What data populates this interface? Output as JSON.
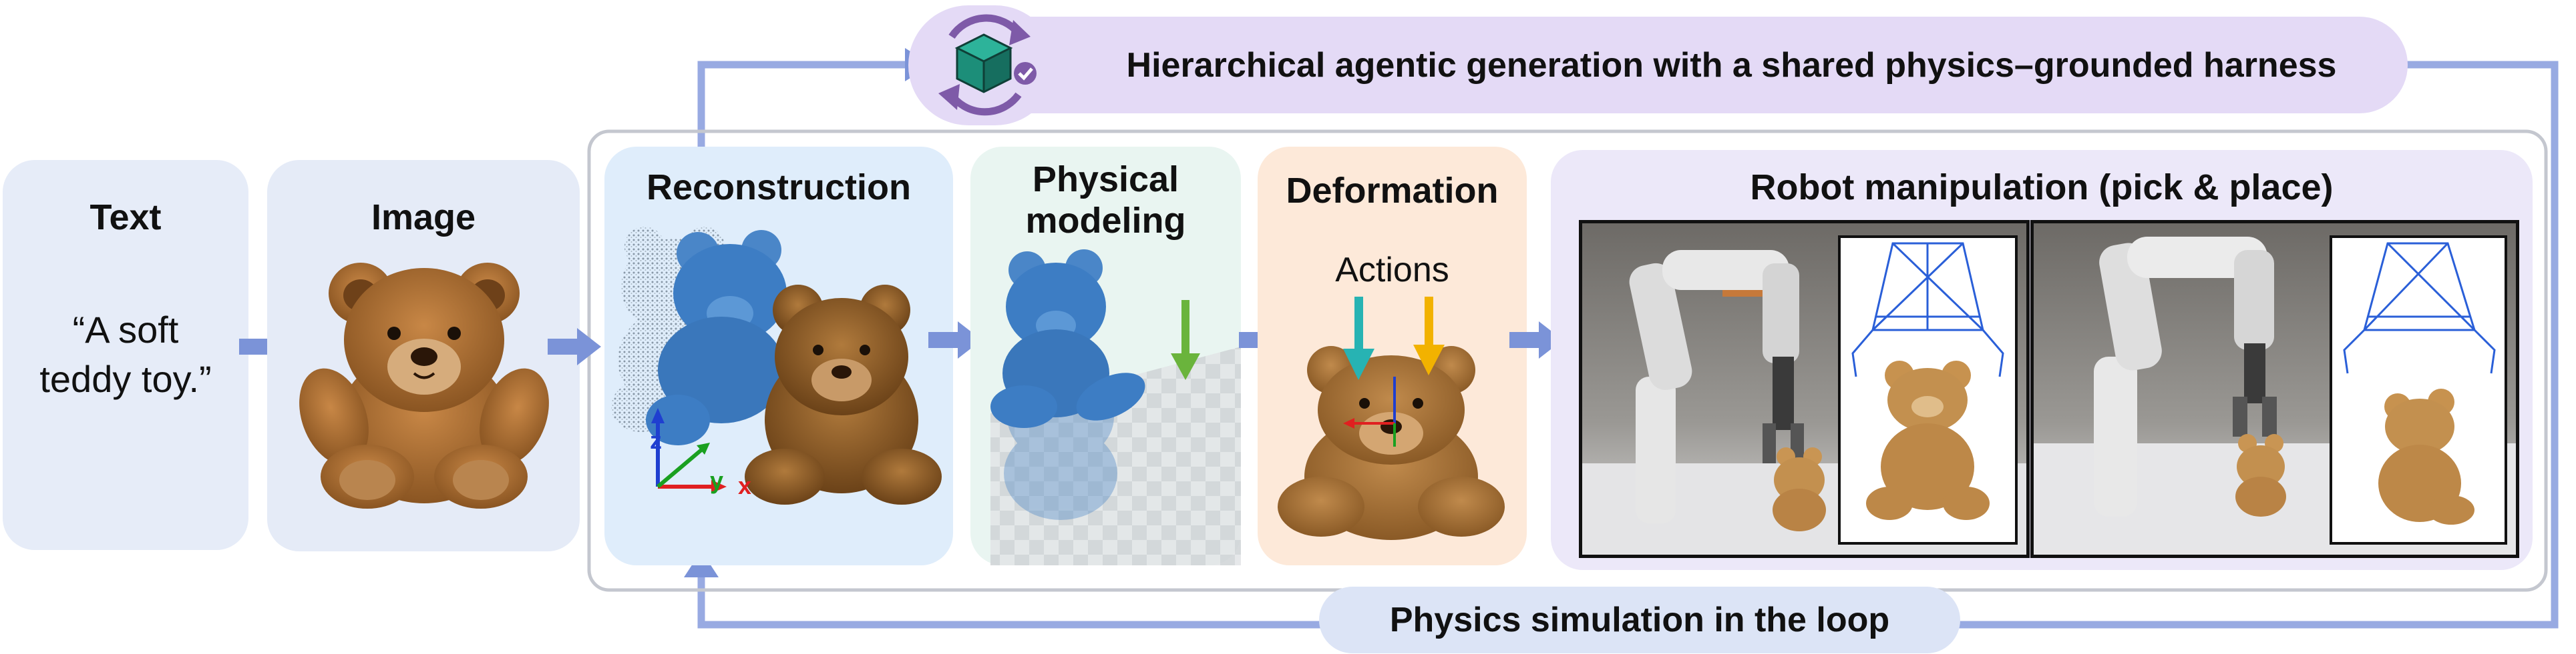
{
  "panels": {
    "text": {
      "title": "Text",
      "quote_line1": "“A soft",
      "quote_line2": "teddy toy.”"
    },
    "image": {
      "title": "Image"
    },
    "reconstruction": {
      "title": "Reconstruction",
      "axis_x": "x",
      "axis_y": "y",
      "axis_z": "z"
    },
    "physical": {
      "title_line1": "Physical",
      "title_line2": "modeling"
    },
    "deformation": {
      "title": "Deformation",
      "actions_label": "Actions"
    },
    "robot": {
      "title": "Robot manipulation (pick & place)"
    }
  },
  "banners": {
    "top": "Hierarchical agentic generation with a shared physics–grounded harness",
    "bottom": "Physics simulation in the loop"
  },
  "icons": {
    "agent": "cube-cycle-icon",
    "arrow": "flow-arrow-icon",
    "gravity": "gravity-arrow-icon",
    "actions": "action-arrow-icon"
  },
  "colors": {
    "text_panel": "#e6ecf8",
    "image_panel": "#e5ebf7",
    "reconstruction_panel": "#dfedfb",
    "physical_panel": "#e9f5f1",
    "deformation_panel": "#fde9d9",
    "robot_panel": "#ece8f9",
    "top_banner": "#e4daf6",
    "bottom_banner": "#dce4f6",
    "flow_arrow": "#7b93d8",
    "loop_line": "#98aae2",
    "teddy_brown": "#9c6228",
    "blue_teddy": "#3d7dc4",
    "gravity_green": "#6ab43c",
    "action_teal": "#27b3b3",
    "action_yellow": "#f2b200"
  }
}
